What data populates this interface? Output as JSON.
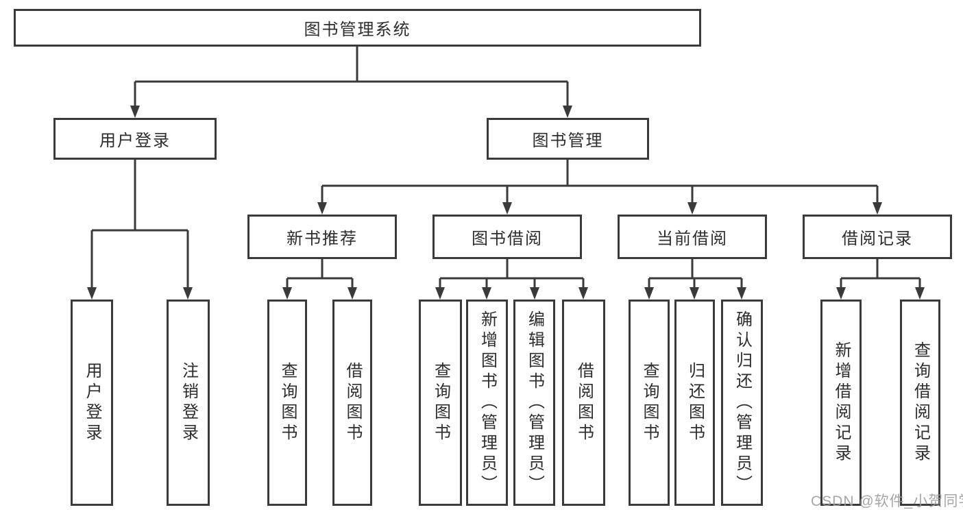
{
  "diagram": {
    "root": {
      "label": "图书管理系统"
    },
    "branches": [
      {
        "label": "用户登录",
        "leaves": [
          "用户登录",
          "注销登录"
        ]
      },
      {
        "label": "图书管理",
        "groups": [
          {
            "label": "新书推荐",
            "leaves": [
              "查询图书",
              "借阅图书"
            ]
          },
          {
            "label": "图书借阅",
            "leaves": [
              "查询图书",
              "新增图书（管理员）",
              "编辑图书（管理员）",
              "借阅图书"
            ]
          },
          {
            "label": "当前借阅",
            "leaves": [
              "查询图书",
              "归还图书",
              "确认归还（管理员）"
            ]
          },
          {
            "label": "借阅记录",
            "leaves": [
              "新增借阅记录",
              "查询借阅记录"
            ]
          }
        ]
      }
    ]
  },
  "watermark": {
    "text": "CSDN @软件_小贺同学",
    "color": "#9c9c9c"
  },
  "colors": {
    "line": "#3a3a3a",
    "box_border": "#3a3a3a",
    "box_fill": "#ffffff",
    "text": "#2d2d2d",
    "background": "#ffffff"
  }
}
